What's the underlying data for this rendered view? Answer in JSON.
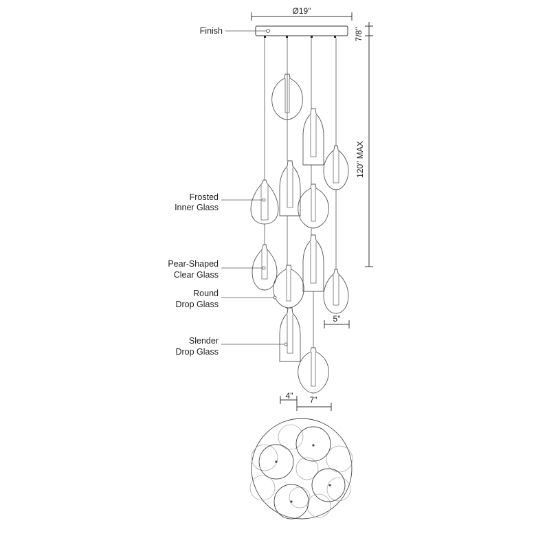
{
  "dimensions": {
    "canopy_diameter": "Ø19\"",
    "canopy_height": "7/8\"",
    "overall_max": "120\" MAX",
    "pendant_width_small": "5\"",
    "pendant_width_a": "4\"",
    "pendant_width_b": "7\""
  },
  "callouts": {
    "finish": "Finish",
    "frosted_1": "Frosted",
    "frosted_2": "Inner Glass",
    "pear_1": "Pear-Shaped",
    "pear_2": "Clear Glass",
    "round_1": "Round",
    "round_2": "Drop Glass",
    "slender_1": "Slender",
    "slender_2": "Drop Glass"
  }
}
